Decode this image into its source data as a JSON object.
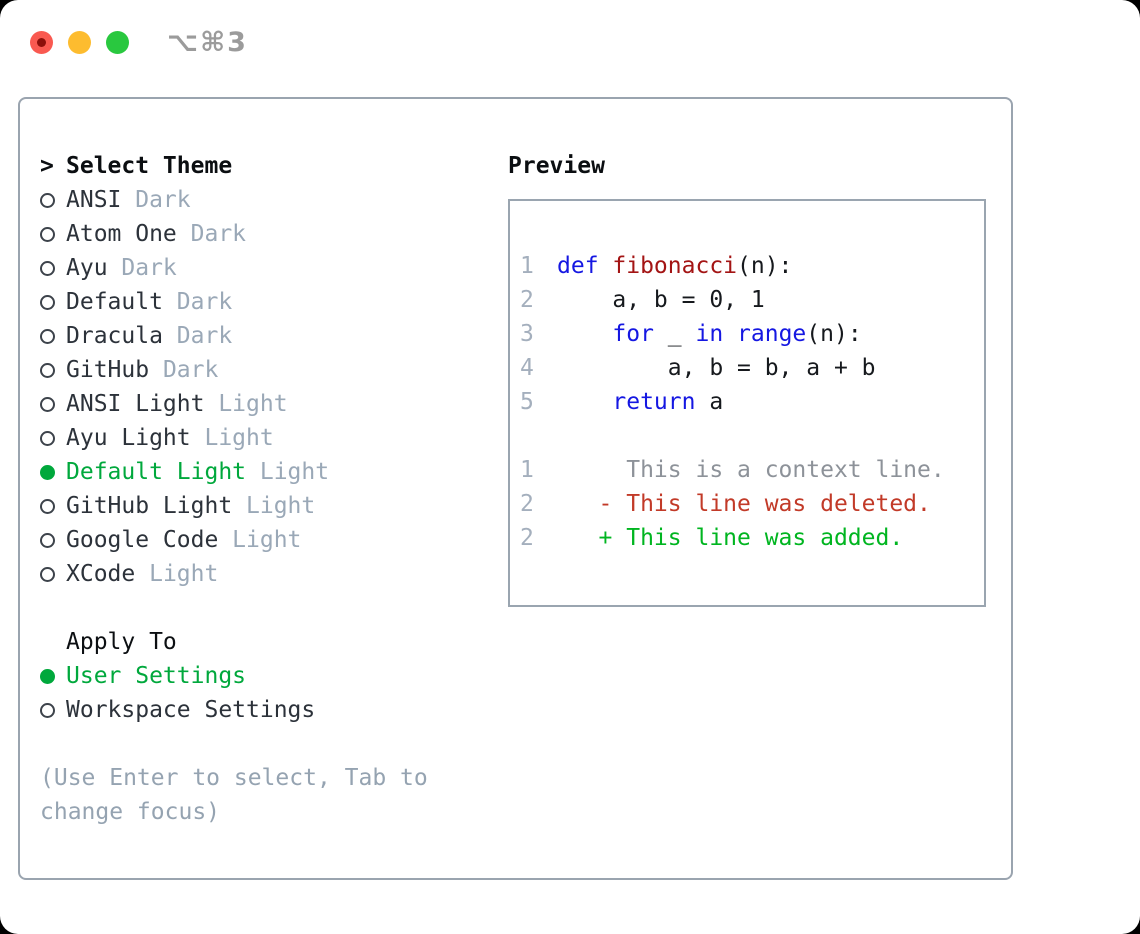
{
  "window": {
    "titlebar_shortcut": "⌥⌘3"
  },
  "traffic_lights": {
    "close_color": "#f95950",
    "close_inner_color": "#8c0f0a",
    "minimize_color": "#fdbc2f",
    "maximize_color": "#29c83f"
  },
  "colors": {
    "panel_border": "#9aa4af",
    "keyword": "#1517e2",
    "function": "#a31414",
    "plain": "#16191d",
    "context": "#8d9299",
    "deleted": "#c23a28",
    "added": "#00b520",
    "line_number": "#a4afbd",
    "selected_green": "#00a83c",
    "item_text": "#2c323a",
    "variant_text": "#9aa8b7",
    "hint_text": "#95a3b1"
  },
  "theme_panel": {
    "header_prefix": ">",
    "header": "Select Theme",
    "items": [
      {
        "name": "ANSI",
        "variant": "Dark",
        "selected": false
      },
      {
        "name": "Atom One",
        "variant": "Dark",
        "selected": false
      },
      {
        "name": "Ayu",
        "variant": "Dark",
        "selected": false
      },
      {
        "name": "Default",
        "variant": "Dark",
        "selected": false
      },
      {
        "name": "Dracula",
        "variant": "Dark",
        "selected": false
      },
      {
        "name": "GitHub",
        "variant": "Dark",
        "selected": false
      },
      {
        "name": "ANSI Light",
        "variant": "Light",
        "selected": false
      },
      {
        "name": "Ayu Light",
        "variant": "Light",
        "selected": false
      },
      {
        "name": "Default Light",
        "variant": "Light",
        "selected": true
      },
      {
        "name": "GitHub Light",
        "variant": "Light",
        "selected": false
      },
      {
        "name": "Google Code",
        "variant": "Light",
        "selected": false
      },
      {
        "name": "XCode",
        "variant": "Light",
        "selected": false
      }
    ]
  },
  "apply_panel": {
    "header": "Apply To",
    "items": [
      {
        "name": "User Settings",
        "selected": true
      },
      {
        "name": "Workspace Settings",
        "selected": false
      }
    ]
  },
  "hint": {
    "line1": "(Use Enter to select, Tab to",
    "line2": "change focus)"
  },
  "preview": {
    "header": "Preview",
    "lines": [
      {
        "num": "1",
        "segs": [
          [
            "def ",
            "keyword"
          ],
          [
            "fibonacci",
            "function"
          ],
          [
            "(n):",
            "plain"
          ]
        ]
      },
      {
        "num": "2",
        "segs": [
          [
            "    a, b = 0, 1",
            "plain"
          ]
        ]
      },
      {
        "num": "3",
        "segs": [
          [
            "    ",
            "plain"
          ],
          [
            "for",
            "keyword"
          ],
          [
            " _ ",
            "plain"
          ],
          [
            "in",
            "keyword"
          ],
          [
            " ",
            "plain"
          ],
          [
            "range",
            "keyword"
          ],
          [
            "(n):",
            "plain"
          ]
        ]
      },
      {
        "num": "4",
        "segs": [
          [
            "        a, b = b, a + b",
            "plain"
          ]
        ]
      },
      {
        "num": "5",
        "segs": [
          [
            "    ",
            "plain"
          ],
          [
            "return",
            "keyword"
          ],
          [
            " a",
            "plain"
          ]
        ]
      },
      {
        "num": "",
        "segs": []
      },
      {
        "num": "1",
        "segs": [
          [
            "     This is a context line.",
            "context"
          ]
        ]
      },
      {
        "num": "2",
        "segs": [
          [
            "   - This line was deleted.",
            "deleted"
          ]
        ]
      },
      {
        "num": "2",
        "segs": [
          [
            "   + This line was added.",
            "added"
          ]
        ]
      }
    ]
  }
}
